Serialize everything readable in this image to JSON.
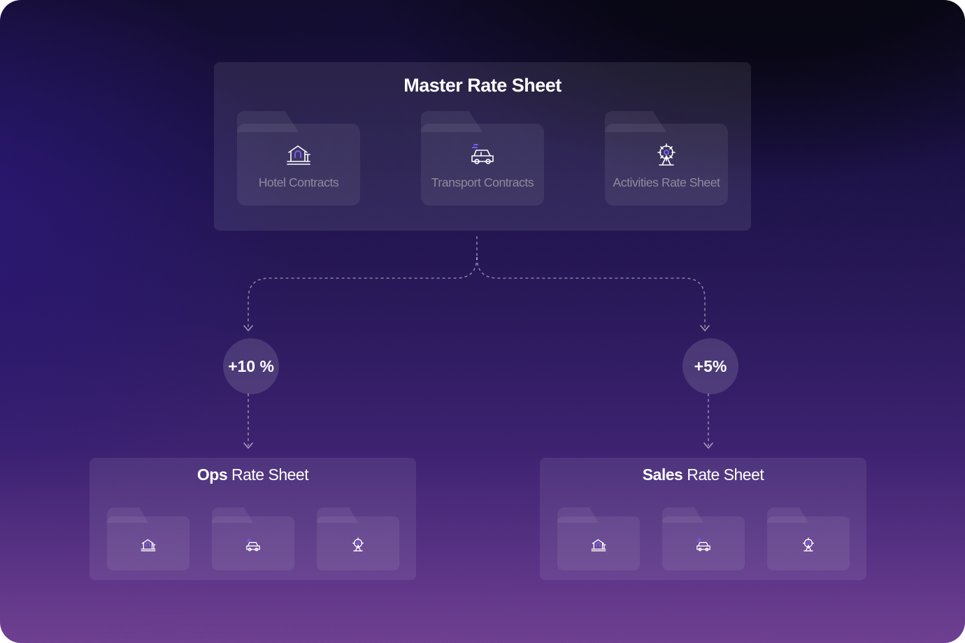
{
  "master": {
    "title": "Master Rate Sheet",
    "folders": [
      {
        "label": "Hotel Contracts",
        "icon": "hotel-icon"
      },
      {
        "label": "Transport  Contracts",
        "icon": "car-icon"
      },
      {
        "label": "Activities Rate Sheet",
        "icon": "ferris-wheel-icon"
      }
    ]
  },
  "branches": [
    {
      "markup": "+10 %",
      "title_bold": "Ops",
      "title_rest": " Rate Sheet"
    },
    {
      "markup": "+5%",
      "title_bold": "Sales",
      "title_rest": " Rate Sheet"
    }
  ],
  "colors": {
    "accent": "#7b5cf0",
    "icon_stroke": "#ffffff"
  }
}
